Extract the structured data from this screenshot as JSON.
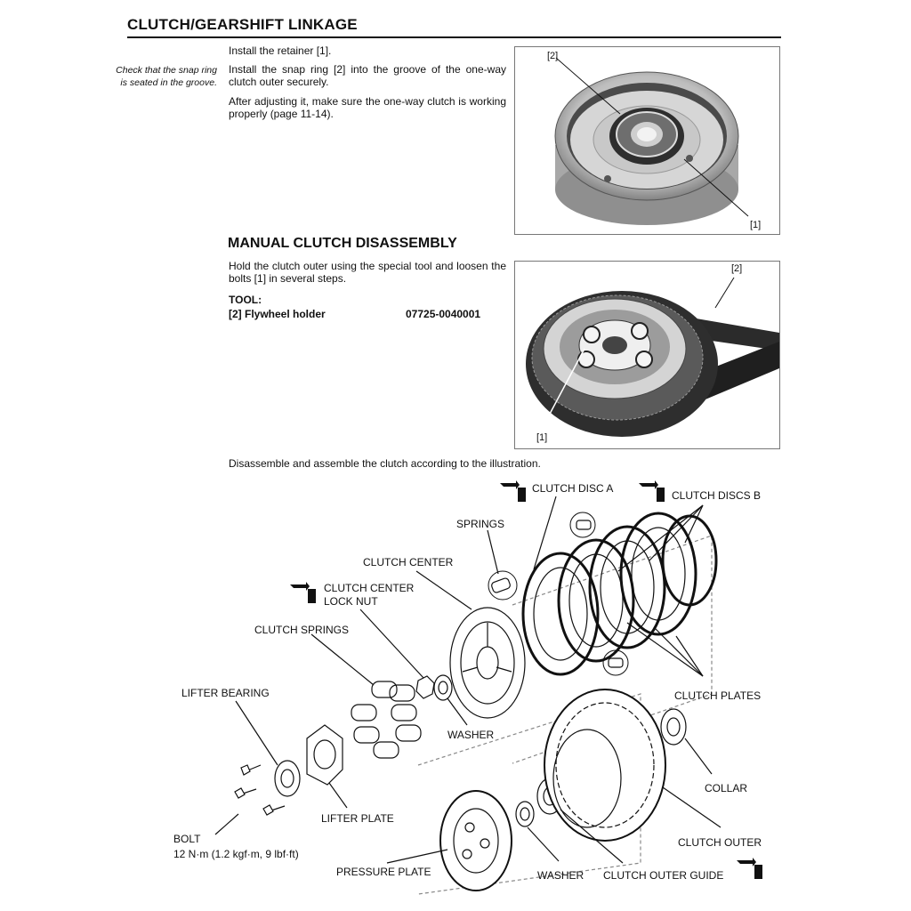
{
  "header": {
    "title": "CLUTCH/GEARSHIFT LINKAGE"
  },
  "side_note": "Check that the snap ring is seated in the groove.",
  "paragraphs": {
    "p1": "Install the retainer [1].",
    "p2": "Install the snap ring [2] into the groove of the one-way clutch outer securely.",
    "p3": "After adjusting it, make sure the one-way clutch is working properly (page 11-14).",
    "p4": "Hold the clutch outer using the special tool and loosen the bolts [1] in several steps.",
    "p5": "Disassemble and assemble the clutch according to the illustration."
  },
  "section": {
    "title": "MANUAL CLUTCH DISASSEMBLY"
  },
  "tool": {
    "heading": "TOOL:",
    "name": "[2] Flywheel holder",
    "number": "07725-0040001"
  },
  "photo1": {
    "callout_top": "[2]",
    "callout_bottom": "[1]"
  },
  "photo2": {
    "callout_top": "[2]",
    "callout_bottom": "[1]"
  },
  "diagram": {
    "labels": {
      "clutch_disc_a": "CLUTCH DISC A",
      "clutch_discs_b": "CLUTCH DISCS B",
      "springs": "SPRINGS",
      "clutch_center": "CLUTCH CENTER",
      "clutch_center_lock_nut_1": "CLUTCH CENTER",
      "clutch_center_lock_nut_2": "LOCK NUT",
      "clutch_springs": "CLUTCH SPRINGS",
      "lifter_bearing": "LIFTER BEARING",
      "washer_upper": "WASHER",
      "clutch_plates": "CLUTCH PLATES",
      "collar": "COLLAR",
      "lifter_plate": "LIFTER PLATE",
      "bolt": "BOLT",
      "bolt_torque": "12 N·m (1.2 kgf·m, 9 lbf·ft)",
      "clutch_outer": "CLUTCH OUTER",
      "pressure_plate": "PRESSURE PLATE",
      "washer_lower": "WASHER",
      "clutch_outer_guide": "CLUTCH OUTER GUIDE"
    }
  }
}
